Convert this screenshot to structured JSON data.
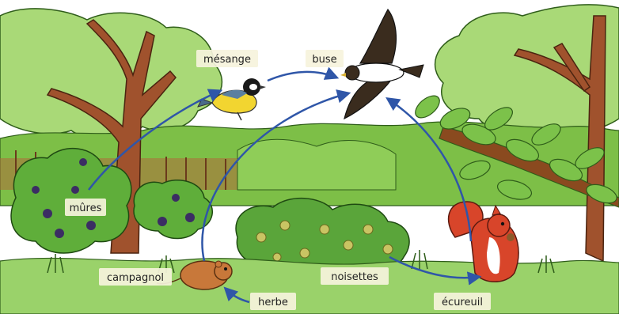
{
  "labels": {
    "mesange": "mésange",
    "buse": "buse",
    "mures": "mûres",
    "campagnol": "campagnol",
    "noisettes": "noisettes",
    "herbe": "herbe",
    "ecureuil": "écureuil"
  },
  "colors": {
    "arrow": "#2f56a8",
    "sky": "#ffffff",
    "grass": "#7cc24a",
    "foliage": "#9ad26a",
    "trunk": "#a0522d",
    "berry": "#3b2d63",
    "squirrel": "#d8452a",
    "vole": "#c8783a",
    "tit_yellow": "#f2d530"
  },
  "food_chain": [
    {
      "from": "mûres",
      "to": "mésange"
    },
    {
      "from": "mésange",
      "to": "buse"
    },
    {
      "from": "herbe",
      "to": "campagnol"
    },
    {
      "from": "campagnol",
      "to": "buse"
    },
    {
      "from": "noisettes",
      "to": "écureuil"
    },
    {
      "from": "écureuil",
      "to": "buse"
    }
  ]
}
